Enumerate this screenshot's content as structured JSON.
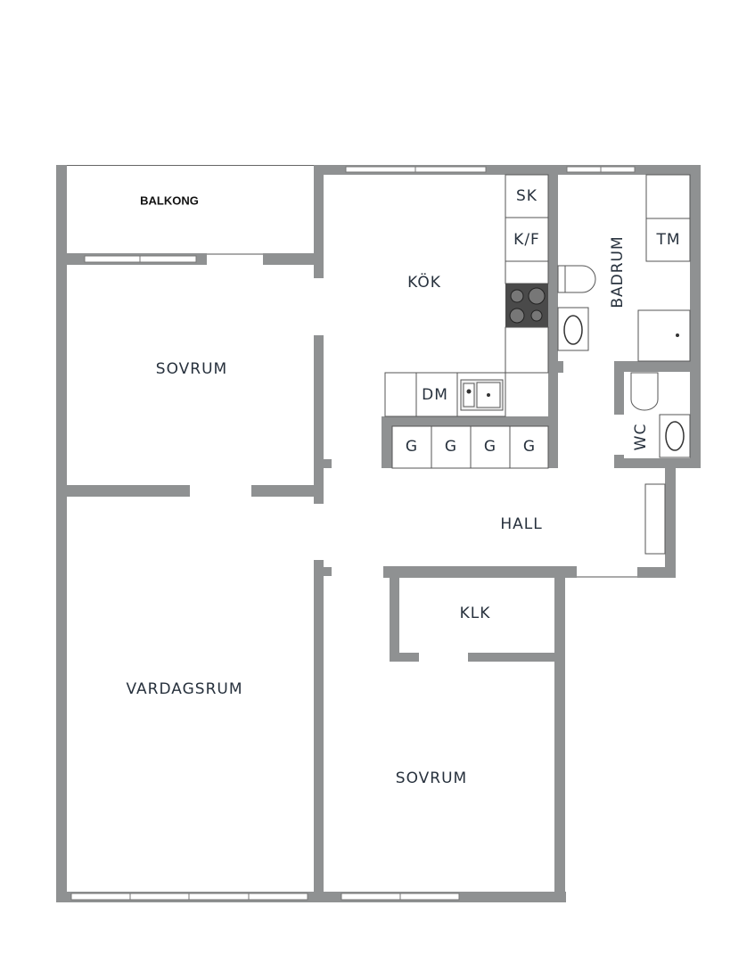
{
  "colors": {
    "wall": "#8f9192",
    "text": "#27313d",
    "stove": "#4a4a4a"
  },
  "rooms": {
    "balkong": "BALKONG",
    "sovrum_1": "SOVRUM",
    "kok": "KÖK",
    "badrum": "BADRUM",
    "wc": "WC",
    "hall": "HALL",
    "klk": "KLK",
    "vardagsrum": "VARDAGSRUM",
    "sovrum_2": "SOVRUM"
  },
  "fixtures": {
    "sk": "SK",
    "kf": "K/F",
    "dm": "DM",
    "tm": "TM",
    "g": [
      "G",
      "G",
      "G",
      "G"
    ]
  }
}
